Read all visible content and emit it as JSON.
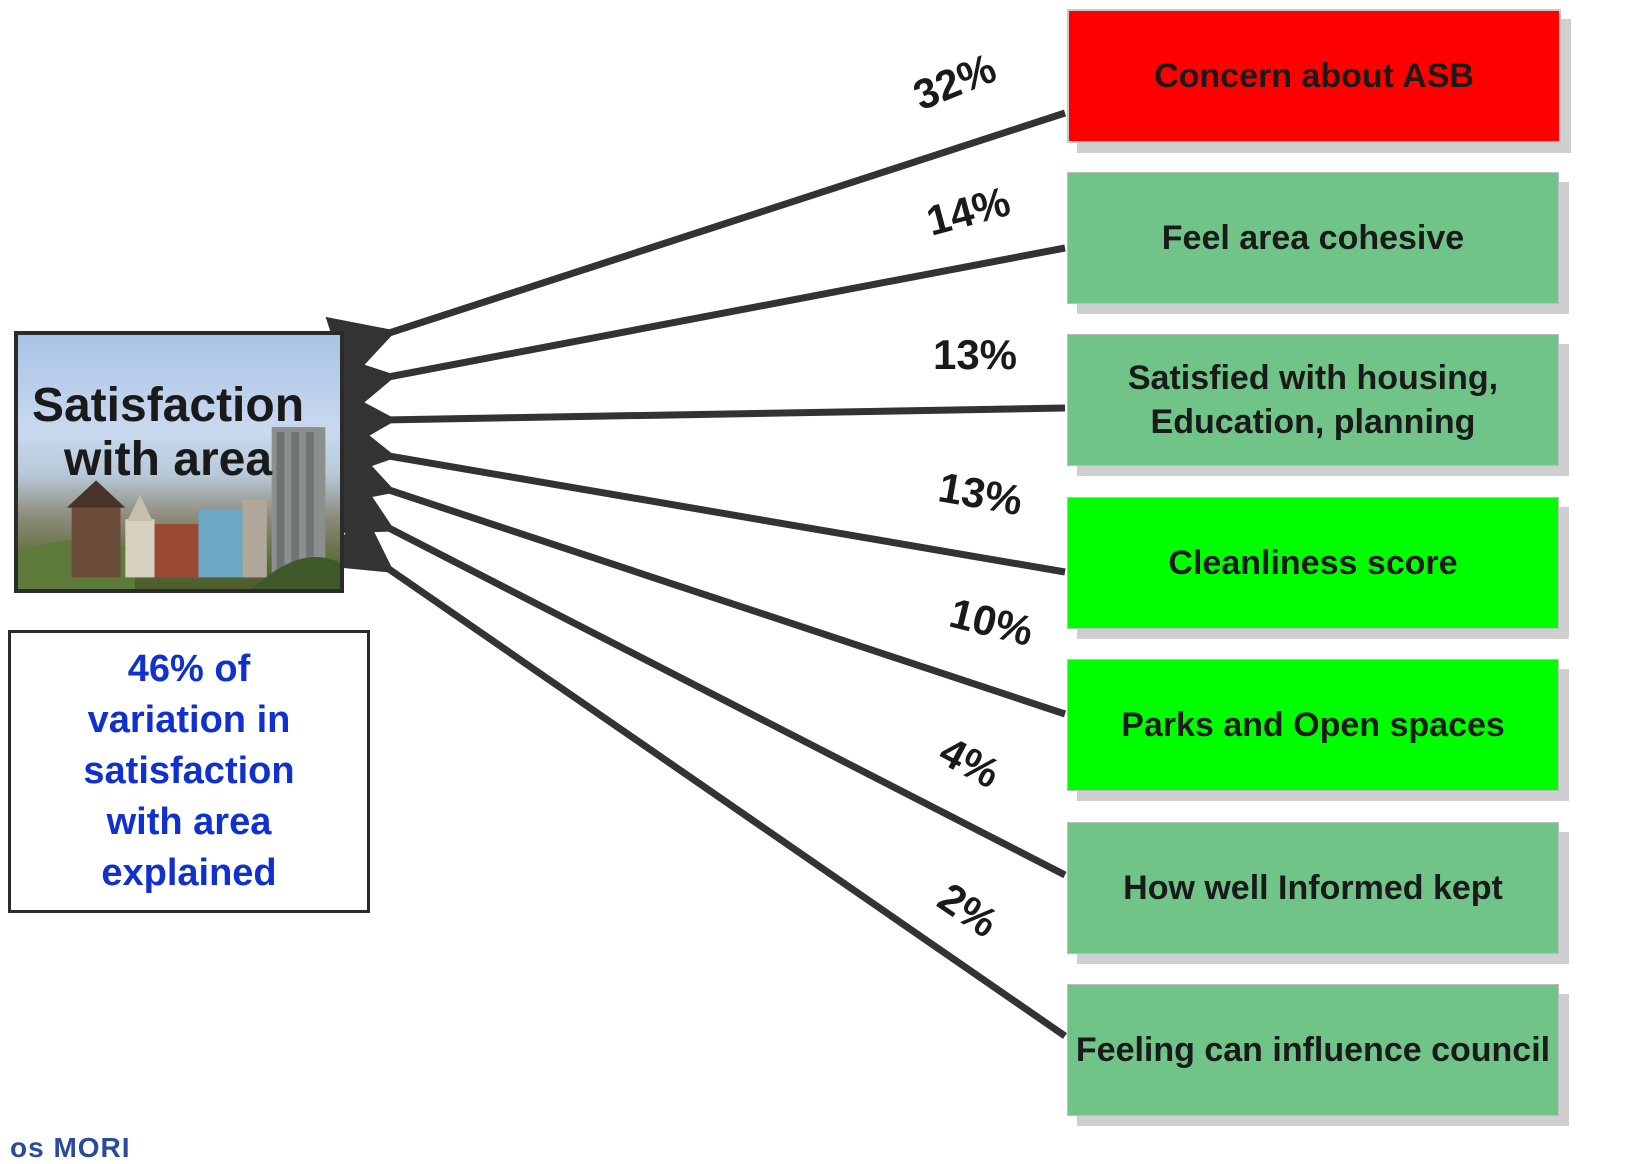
{
  "target": {
    "title": "Satisfaction\nwith area"
  },
  "variance_note": "46% of\nvariation in\nsatisfaction\nwith area\nexplained",
  "drivers": [
    {
      "label": "Concern about ASB",
      "percent": "32%",
      "weight": 32,
      "color": "#ff0000",
      "text_color": "#1a1a1a"
    },
    {
      "label": "Feel area cohesive",
      "percent": "14%",
      "weight": 14,
      "color": "#70c488",
      "text_color": "#1a1a1a"
    },
    {
      "label": "Satisfied with housing,\nEducation, planning",
      "percent": "13%",
      "weight": 13,
      "color": "#70c488",
      "text_color": "#1a1a1a"
    },
    {
      "label": "Cleanliness score",
      "percent": "13%",
      "weight": 13,
      "color": "#00ff00",
      "text_color": "#1a1a1a"
    },
    {
      "label": "Parks and Open spaces",
      "percent": "10%",
      "weight": 10,
      "color": "#00ff00",
      "text_color": "#1a1a1a"
    },
    {
      "label": "How well Informed kept",
      "percent": "4%",
      "weight": 4,
      "color": "#70c488",
      "text_color": "#1a1a1a"
    },
    {
      "label": "Feeling can influence council",
      "percent": "2%",
      "weight": 2,
      "color": "#70c488",
      "text_color": "#1a1a1a"
    }
  ],
  "colors": {
    "arrow": "#333333",
    "variance_text": "#1030d0"
  },
  "footer": {
    "logo_text": "os MORI"
  }
}
